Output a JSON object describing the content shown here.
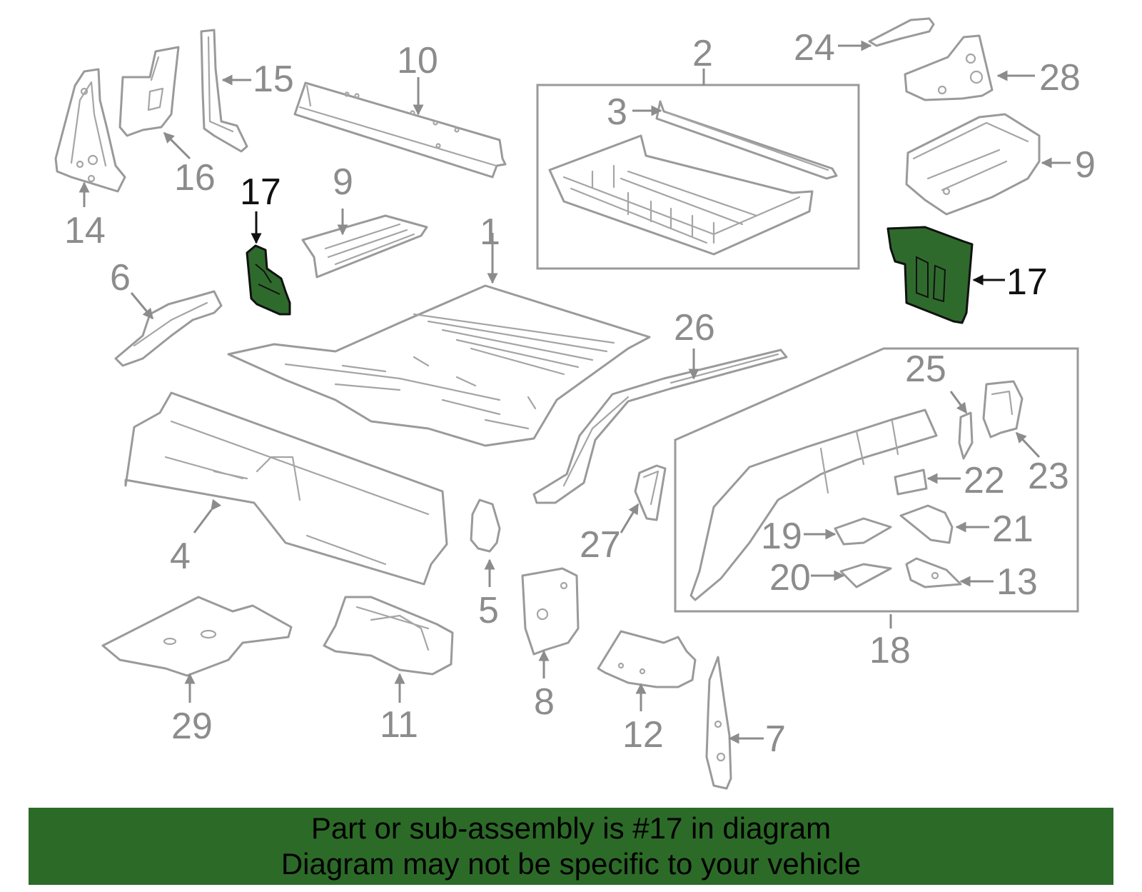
{
  "labels": {
    "l1": "1",
    "l2": "2",
    "l3": "3",
    "l4": "4",
    "l5": "5",
    "l6": "6",
    "l7": "7",
    "l8": "8",
    "l9a": "9",
    "l9b": "9",
    "l10": "10",
    "l11": "11",
    "l12": "12",
    "l13": "13",
    "l14": "14",
    "l15": "15",
    "l16": "16",
    "l17a": "17",
    "l17b": "17",
    "l18": "18",
    "l19": "19",
    "l20": "20",
    "l21": "21",
    "l22": "22",
    "l23": "23",
    "l24": "24",
    "l25": "25",
    "l26": "26",
    "l27": "27",
    "l28": "28",
    "l29": "29"
  },
  "highlight": {
    "part_number": "17",
    "color": "#2f6a2d"
  },
  "banner": {
    "line1": "Part or sub-assembly is #17 in diagram",
    "line2": "Diagram may not be specific to your vehicle",
    "color": "#2c6a28"
  }
}
